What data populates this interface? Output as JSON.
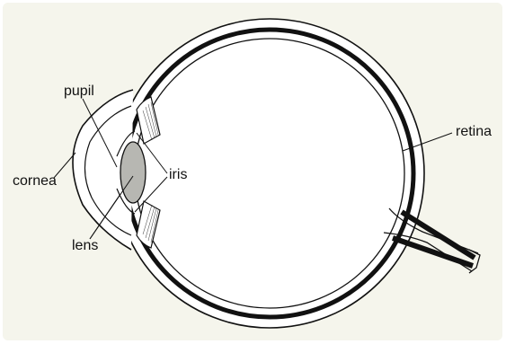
{
  "diagram": {
    "labels": {
      "pupil": "pupil",
      "cornea": "cornea",
      "iris": "iris",
      "lens": "lens",
      "retina": "retina"
    },
    "colors": {
      "background": "#f5f5ec",
      "stroke": "#111111",
      "lens_fill": "#b7b7b2",
      "eye_fill": "#ffffff"
    }
  }
}
